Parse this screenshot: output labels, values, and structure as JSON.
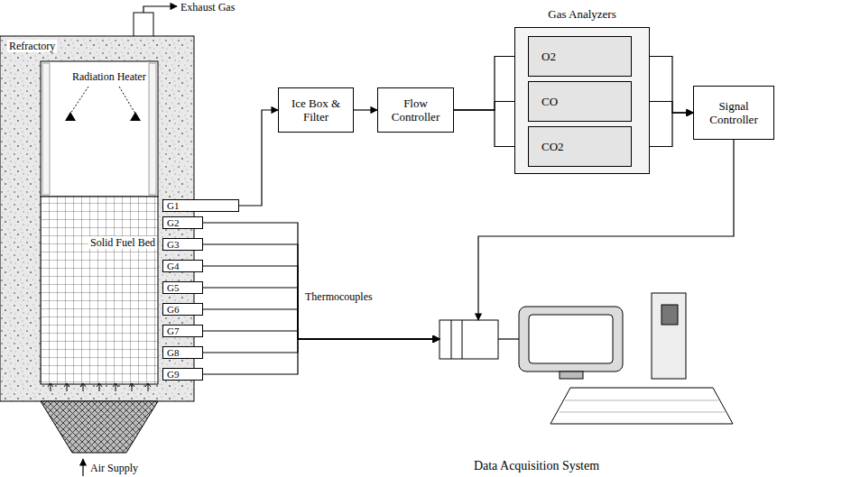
{
  "diagram": {
    "nodes": [
      {
        "text": [
          "G1"
        ]
      },
      {
        "text": [
          "G2"
        ]
      },
      {
        "text": [
          "G3"
        ]
      },
      {
        "text": [
          "G4"
        ]
      },
      {
        "text": [
          "G5"
        ]
      },
      {
        "text": [
          "G6"
        ]
      },
      {
        "text": [
          "G7"
        ]
      },
      {
        "text": [
          "G8"
        ]
      },
      {
        "text": [
          "G9"
        ]
      },
      {
        "text": [
          "Ice Box & Filter"
        ]
      },
      {
        "text": [
          "Flow Controller"
        ]
      },
      {
        "text": [
          "Gas Analyzers"
        ]
      },
      {
        "text": [
          "O2"
        ],
        "in": 11
      },
      {
        "text": [
          "CO"
        ],
        "in": 11
      },
      {
        "text": [
          "CO2"
        ],
        "in": 11
      },
      {
        "text": [
          "Signal Controller"
        ]
      },
      {
        "text": [
          "Data Acquisition System"
        ]
      }
    ],
    "edges": [
      {
        "from": 0,
        "to": 9,
        "arrow": "to"
      },
      {
        "from": 9,
        "to": 10,
        "arrow": "to"
      },
      {
        "from": 10,
        "to": 12,
        "arrow": "to"
      },
      {
        "from": 10,
        "to": 13,
        "arrow": "to"
      },
      {
        "from": 10,
        "to": 14,
        "arrow": "to"
      },
      {
        "from": 12,
        "to": 15,
        "arrow": "to"
      },
      {
        "from": 13,
        "to": 15,
        "arrow": "to"
      },
      {
        "from": 14,
        "to": 15,
        "arrow": "to"
      },
      {
        "from": 15,
        "to": 16,
        "arrow": "to"
      },
      {
        "from": 1,
        "to": 16,
        "arrow": "to"
      },
      {
        "from": 2,
        "to": 16,
        "arrow": "to"
      },
      {
        "from": 3,
        "to": 16,
        "arrow": "to"
      },
      {
        "from": 4,
        "to": 16,
        "arrow": "to"
      },
      {
        "from": 5,
        "to": 16,
        "arrow": "to"
      },
      {
        "from": 6,
        "to": 16,
        "arrow": "to"
      },
      {
        "from": 7,
        "to": 16,
        "arrow": "to"
      },
      {
        "from": 8,
        "to": 16,
        "arrow": "to"
      }
    ],
    "labels": [
      "Exhaust Gas",
      "Refractory",
      "Radiation Heater",
      "Solid Fuel Bed",
      "Thermocouples",
      "Air Supply"
    ]
  }
}
